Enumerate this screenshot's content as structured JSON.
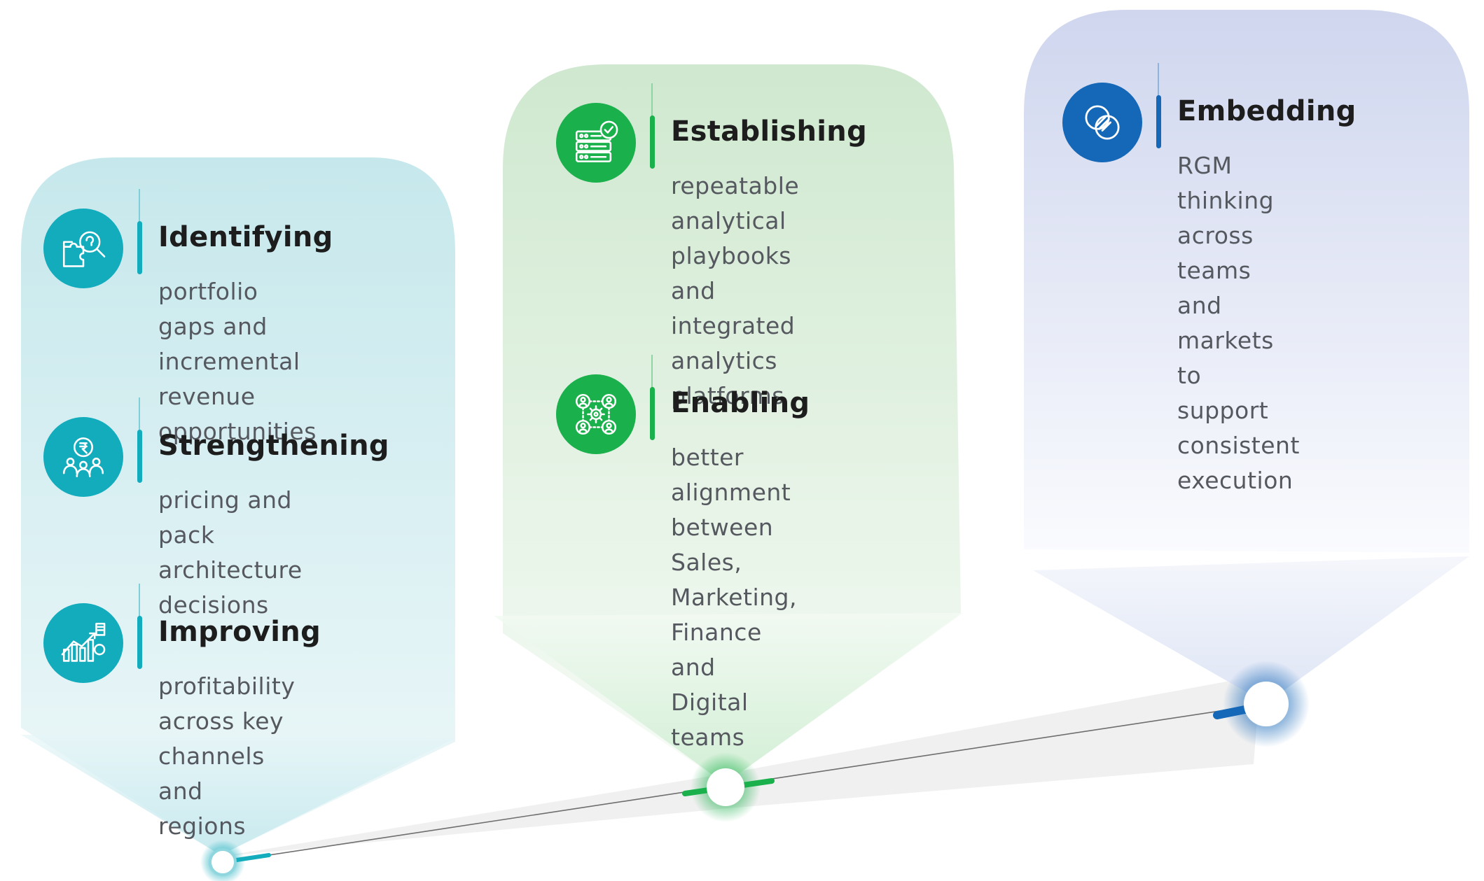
{
  "colors": {
    "teal": "#13acbd",
    "green": "#1ab04b",
    "blue": "#1567b7",
    "title_text": "#1d1d1d",
    "desc_text": "#55595f"
  },
  "stages": [
    {
      "theme": "teal",
      "items": [
        {
          "icon": "puzzle-search-icon",
          "title": "Identifying",
          "lines": [
            "portfolio gaps and",
            "incremental revenue",
            "opportunities"
          ]
        },
        {
          "icon": "rupee-people-icon",
          "title": "Strengthening",
          "lines": [
            "pricing and pack",
            "architecture decisions"
          ]
        },
        {
          "icon": "growth-chart-icon",
          "title": "Improving",
          "lines": [
            "profitability across key",
            "channels and regions"
          ]
        }
      ]
    },
    {
      "theme": "green",
      "items": [
        {
          "icon": "server-check-icon",
          "title": "Establishing",
          "lines": [
            "repeatable",
            "analytical playbooks",
            "and integrated",
            "analytics platforms"
          ]
        },
        {
          "icon": "team-gear-icon",
          "title": "Enabling",
          "lines": [
            "better alignment",
            "between Sales,",
            "Marketing, Finance",
            "and Digital teams"
          ]
        }
      ]
    },
    {
      "theme": "blue",
      "items": [
        {
          "icon": "interlocked-circles-icon",
          "title": "Embedding",
          "lines": [
            "RGM thinking",
            "across teams and",
            "markets to support",
            "consistent execution"
          ]
        }
      ]
    }
  ]
}
